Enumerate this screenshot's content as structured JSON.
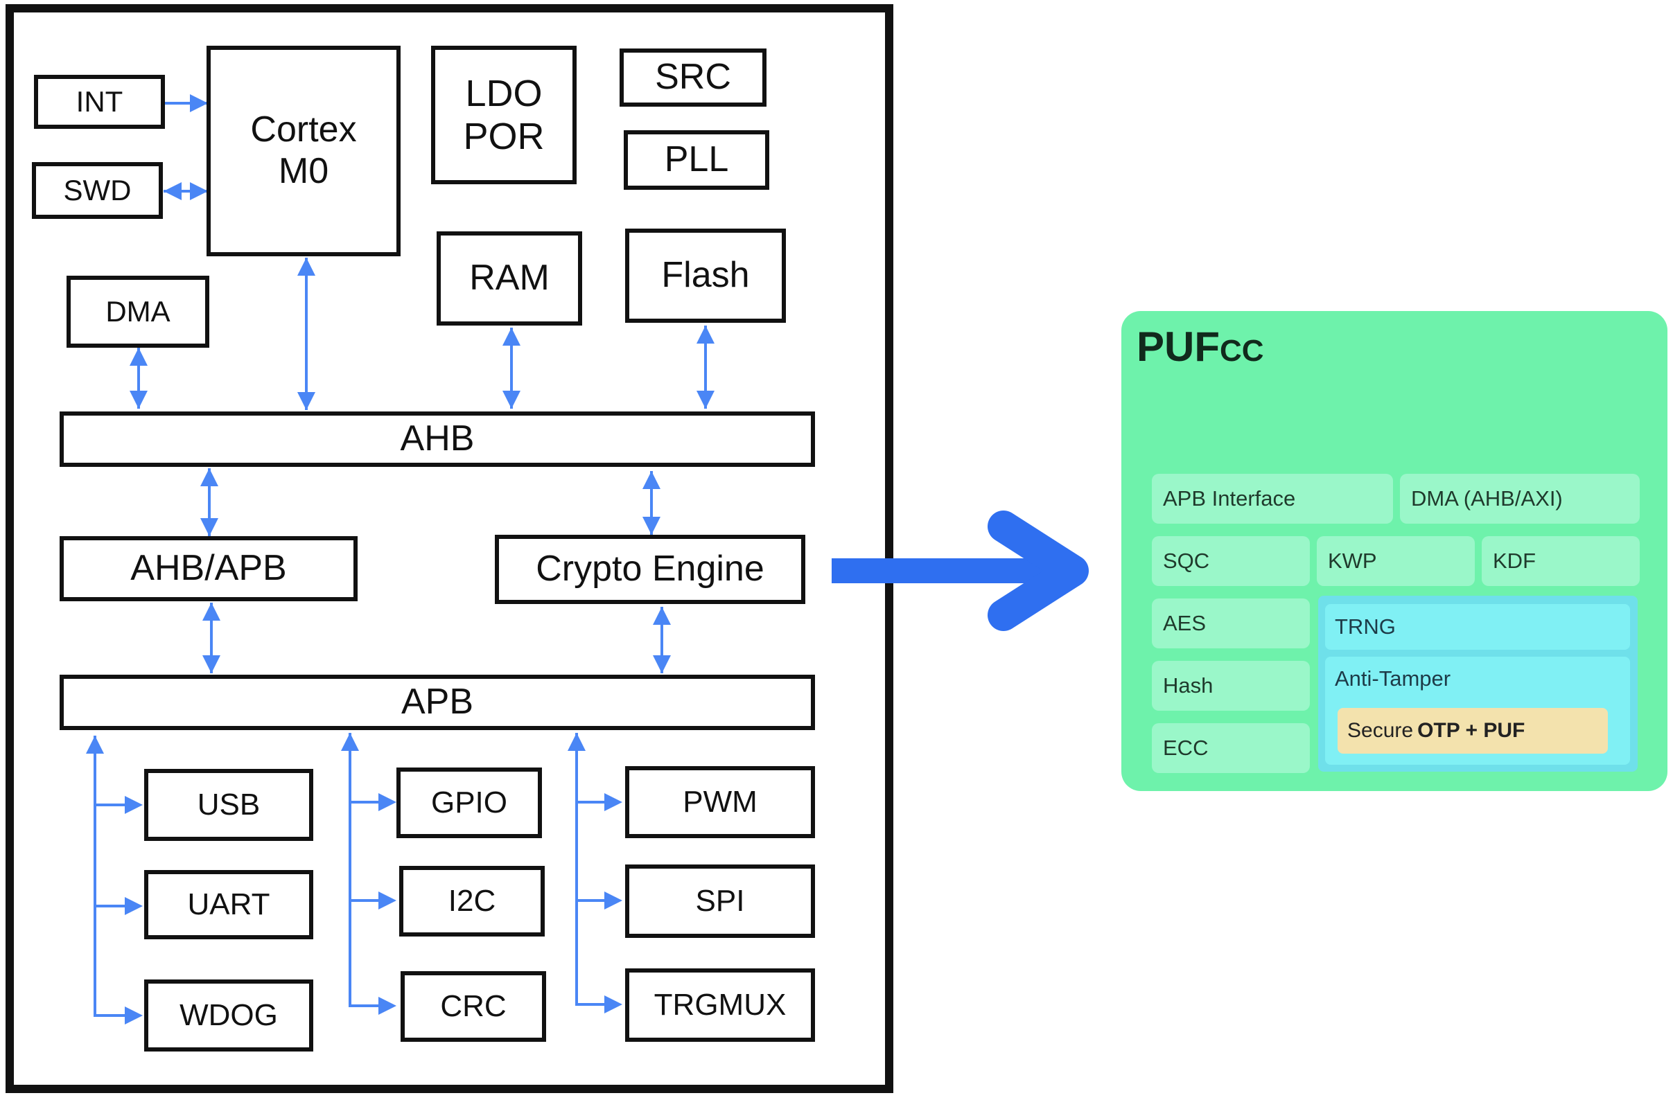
{
  "chip": {
    "int": "INT",
    "swd": "SWD",
    "cortex_line1": "Cortex",
    "cortex_line2": "M0",
    "ldo": "LDO",
    "por": "POR",
    "src": "SRC",
    "pll": "PLL",
    "dma": "DMA",
    "ram": "RAM",
    "flash": "Flash",
    "ahb": "AHB",
    "ahb_apb": "AHB/APB",
    "crypto": "Crypto Engine",
    "apb": "APB",
    "usb": "USB",
    "uart": "UART",
    "wdog": "WDOG",
    "gpio": "GPIO",
    "i2c": "I2C",
    "crc": "CRC",
    "pwm": "PWM",
    "spi": "SPI",
    "trgmux": "TRGMUX"
  },
  "pufcc": {
    "title_main": "PUF",
    "title_sub": "CC",
    "apb_interface": "APB Interface",
    "dma": "DMA (AHB/AXI)",
    "sqc": "SQC",
    "kwp": "KWP",
    "kdf": "KDF",
    "aes": "AES",
    "hash": "Hash",
    "ecc": "ECC",
    "trng": "TRNG",
    "anti_tamper": "Anti-Tamper",
    "otp_prefix": "Secure",
    "otp_bold": "OTP + PUF"
  },
  "colors": {
    "arrow": "#4a86f5",
    "big_arrow": "#2f6ff0",
    "puf_bg": "#6ef2ab",
    "puf_box": "#9af7c9",
    "cyan": "#80f0f4",
    "otp": "#f3e2ad"
  }
}
